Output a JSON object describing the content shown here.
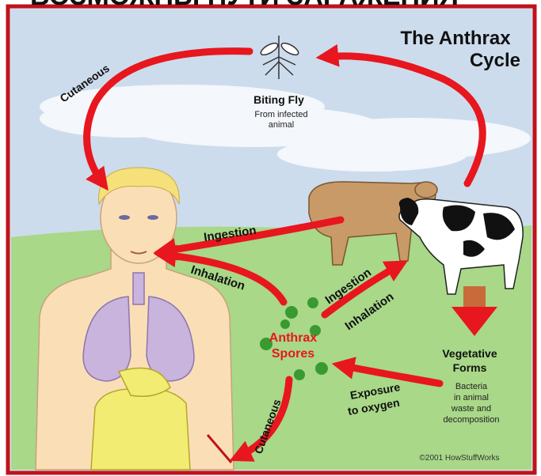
{
  "header_text": "ВОЗМОЖНЫ ПУТИ ЗАРАЖЕНИЯ",
  "title_line1": "The Anthrax",
  "title_line2": "Cycle",
  "fly": {
    "label": "Biting Fly",
    "sub1": "From infected",
    "sub2": "animal"
  },
  "labels": {
    "cutaneous_top": "Cutaneous",
    "ingestion_human": "Ingestion",
    "inhalation_human": "Inhalation",
    "ingestion_cow": "Ingestion",
    "inhalation_cow": "Inhalation",
    "spores1": "Anthrax",
    "spores2": "Spores",
    "vegetative1": "Vegetative",
    "vegetative2": "Forms",
    "bact1": "Bacteria",
    "bact2": "in animal",
    "bact3": "waste and",
    "bact4": "decomposition",
    "exposure1": "Exposure",
    "exposure2": "to oxygen",
    "cutaneous_bottom": "Cutaneous"
  },
  "copyright": "©2001 HowStuffWorks",
  "colors": {
    "frame": "#c0121b",
    "arrow": "#e8161e",
    "sky": "#ccdcec",
    "grass": "#a8d888",
    "spore": "#3a9a32",
    "skin": "#fadfb6",
    "hair": "#f5e07a",
    "lungs": "#c8b4dc",
    "stomach": "#f2ec72"
  }
}
